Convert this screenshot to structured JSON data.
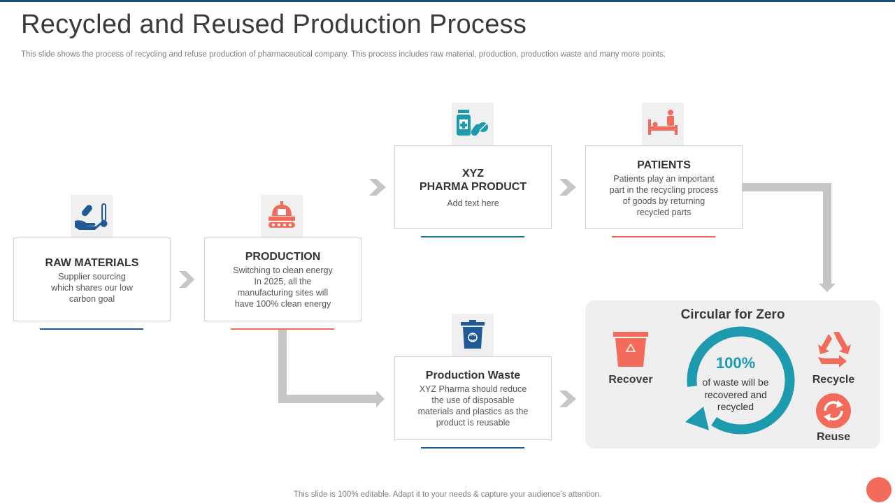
{
  "title": "Recycled and Reused Production Process",
  "subtitle": "This slide shows the process of recycling and refuse production of pharmaceutical company. This process includes raw material, production, production waste and many more points.",
  "footer": "This slide is 100% editable. Adapt it to your needs & capture your audience’s attention.",
  "colors": {
    "blue": "#1f5a96",
    "salmon": "#f26b5b",
    "teal": "#1d9aae",
    "arrow": "#c6c6c6"
  },
  "steps": {
    "raw": {
      "title": "RAW MATERIALS",
      "body": [
        "Supplier sourcing",
        "which shares our low",
        "carbon goal"
      ],
      "icon": "hand-pill-thermometer-icon"
    },
    "production": {
      "title": "PRODUCTION",
      "body": [
        "Switching to clean energy",
        "In 2025, all the",
        "manufacturing  sites will",
        "have  100% clean energy"
      ],
      "icon": "factory-conveyor-icon"
    },
    "product": {
      "title_lines": [
        "XYZ",
        "PHARMA PRODUCT"
      ],
      "body": [
        "Add text here"
      ],
      "icon": "medicine-bottle-icon"
    },
    "patients": {
      "title": "PATIENTS",
      "body": [
        "Patients play an important",
        "part in the recycling process",
        "of goods by returning",
        "recycled parts"
      ],
      "icon": "patient-bed-icon"
    },
    "waste": {
      "title": "Production Waste",
      "body": [
        "XYZ  Pharma  should reduce",
        "the use of disposable",
        "materials  and plastics as the",
        "product  is reusable"
      ],
      "icon": "trash-bin-icon"
    }
  },
  "circular": {
    "title": "Circular for Zero",
    "percent": "100%",
    "text": [
      "of waste will be",
      "recovered and",
      "recycled"
    ],
    "recover": "Recover",
    "recycle": "Recycle",
    "reuse": "Reuse"
  }
}
